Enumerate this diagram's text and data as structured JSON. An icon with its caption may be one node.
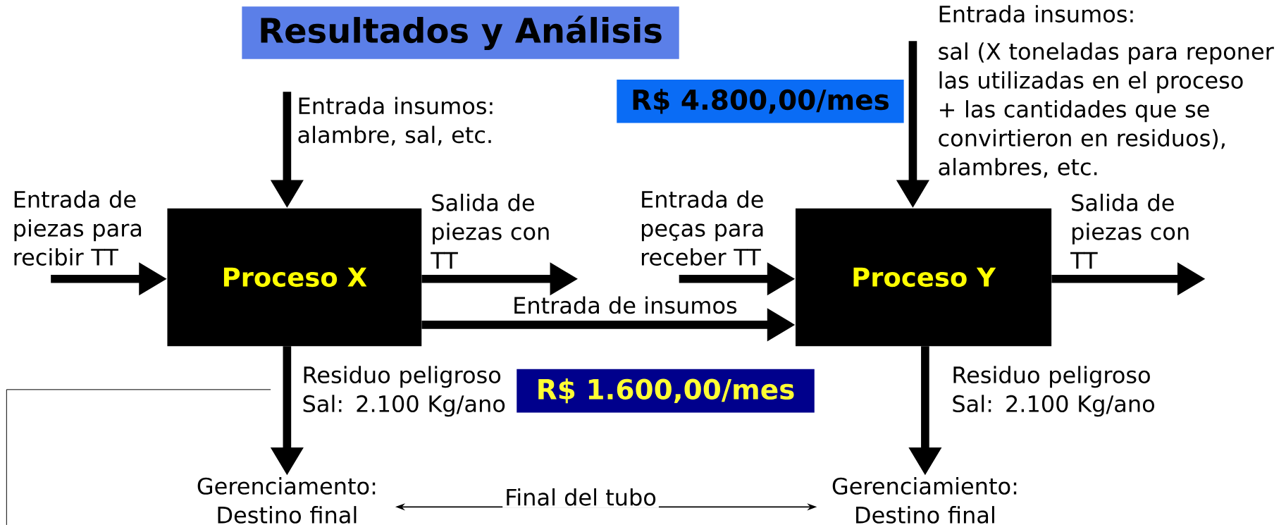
{
  "diagram": {
    "title": "Resultados y Análisis",
    "nodes": [
      {
        "text": [
          "R$ 4.800,00/mes"
        ]
      },
      {
        "text": [
          "Entrada insumos:",
          "sal (X toneladas para reponer las utilizadas en el proceso + las cantidades que se convirtieron en residuos), alambres, etc."
        ]
      },
      {
        "text": [
          "Proceso X"
        ]
      },
      {
        "text": [
          "Proceso Y"
        ]
      },
      {
        "text": [
          "R$ 1.600,00/mes"
        ]
      },
      {
        "text": [
          "Gerenciamento: Destino final"
        ]
      },
      {
        "text": [
          "Gerenciamiento: Destino final"
        ]
      }
    ],
    "edges": [
      {
        "from": null,
        "to": 2,
        "arrow": "to",
        "label": "Entrada de piezas para recibir TT"
      },
      {
        "from": null,
        "to": 2,
        "arrow": "to",
        "label": "Entrada insumos: alambre, sal, etc."
      },
      {
        "from": 2,
        "to": null,
        "arrow": "to",
        "label": "Salida de piezas con TT"
      },
      {
        "from": 2,
        "to": 3,
        "arrow": "to",
        "label": "Entrada de insumos"
      },
      {
        "from": null,
        "to": 3,
        "arrow": "to",
        "label": "Entrada de peças para receber TT"
      },
      {
        "from": 1,
        "to": 3,
        "arrow": "to"
      },
      {
        "from": 2,
        "to": 5,
        "arrow": "to",
        "label": "Residuo peligroso Sal: 2.100 Kg/ano"
      },
      {
        "from": 3,
        "to": 6,
        "arrow": "to",
        "label": "Residuo peligroso Sal: 2.100 Kg/ano"
      },
      {
        "from": 5,
        "to": 6,
        "arrow": "both",
        "label": "Final del tubo"
      },
      {
        "from": 3,
        "to": null,
        "arrow": "to",
        "label": "Salida de piezas con TT"
      }
    ]
  }
}
